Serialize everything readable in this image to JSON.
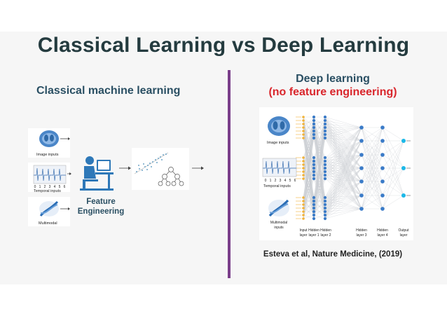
{
  "slide": {
    "title": "Classical Learning vs Deep Learning",
    "left_heading": "Classical machine learning",
    "right_heading_line1": "Deep learning",
    "right_heading_line2": "(no feature engineering)",
    "citation": "Esteva et al, Nature Medicine, (2019)"
  },
  "classical": {
    "inputs": [
      "Image inputs",
      "Temporal inputs",
      "Multimodal"
    ],
    "feature_label_line1": "Feature",
    "feature_label_line2": "Engineering",
    "axis_ticks": [
      "0",
      "1",
      "2",
      "3",
      "4",
      "5",
      "6"
    ]
  },
  "deep": {
    "inputs": [
      "Image inputs",
      "Temporal inputs",
      "Multimodal",
      "inputs"
    ],
    "axis_ticks": [
      "0",
      "1",
      "2",
      "3",
      "4",
      "5",
      "6"
    ],
    "layers": [
      {
        "l1": "Input",
        "l2": "layer"
      },
      {
        "l1": "Hidden",
        "l2": "layer 1"
      },
      {
        "l1": "Hidden",
        "l2": "layer 2"
      },
      {
        "l1": "Hidden",
        "l2": "layer 3"
      },
      {
        "l1": "Hidden",
        "l2": "layer 4"
      },
      {
        "l1": "Output",
        "l2": "layer"
      }
    ]
  },
  "colors": {
    "title": "#243b3f",
    "heading": "#2a4f63",
    "accent_red": "#d9262c",
    "divider": "#7a3e8a",
    "node_blue": "#3a7bc8",
    "output_cyan": "#1cb8e8",
    "input_yellow": "#f2b33a"
  },
  "icons": [
    "lungs-scan-icon",
    "waveform-icon",
    "dna-helix-icon",
    "person-at-computer-icon",
    "scatter-plot-icon",
    "decision-tree-icon",
    "arrow-right-icon"
  ]
}
